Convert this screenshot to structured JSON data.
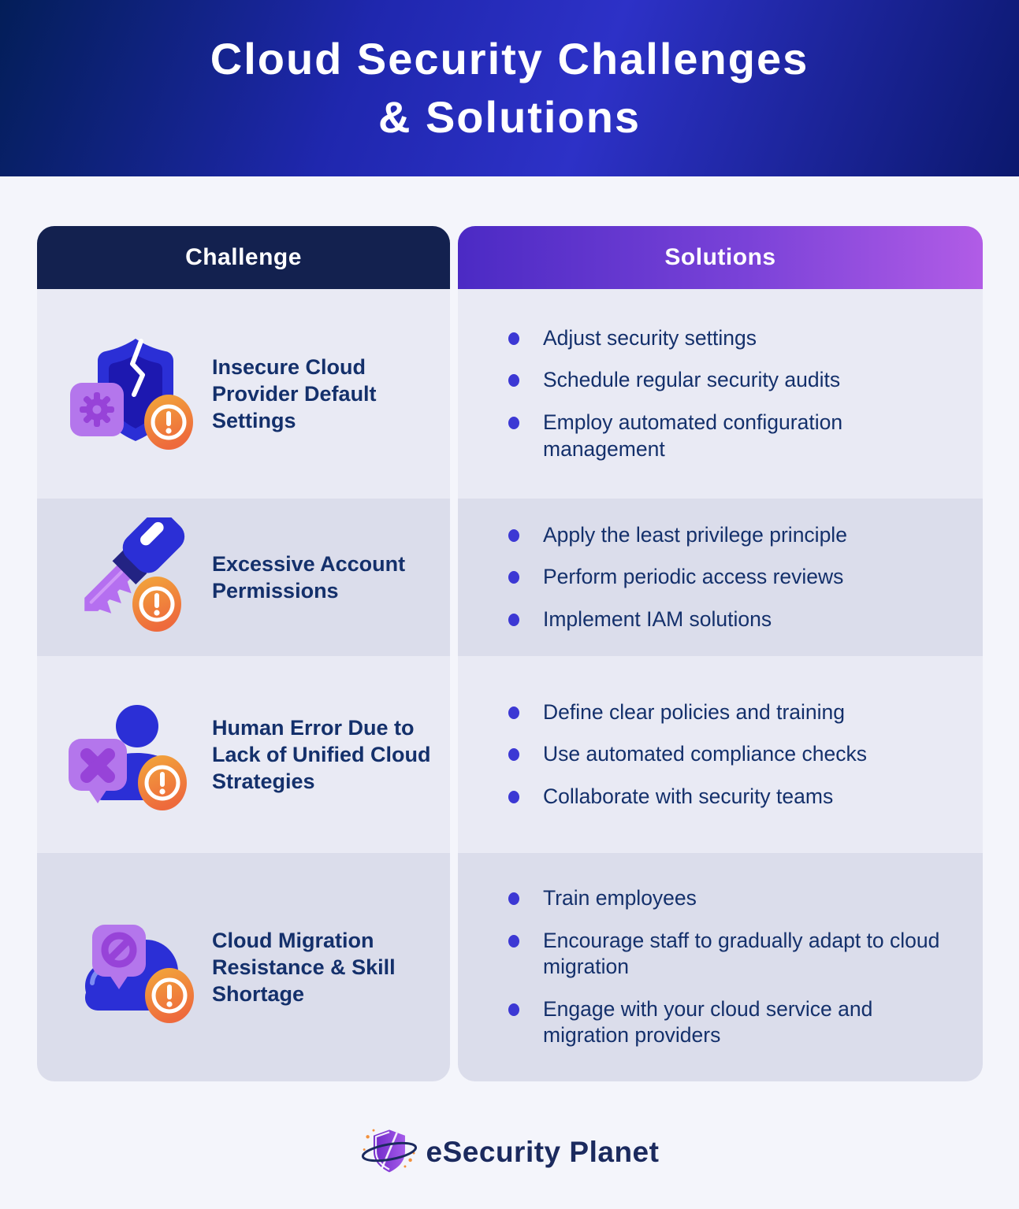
{
  "header": {
    "title_line1": "Cloud Security Challenges",
    "title_line2": "& Solutions"
  },
  "table": {
    "challenge_header": "Challenge",
    "solutions_header": "Solutions",
    "rows": [
      {
        "icon": "shield-gear-warning-icon",
        "challenge": "Insecure Cloud Provider Default Settings",
        "solutions": [
          "Adjust security settings",
          "Schedule regular security audits",
          "Employ automated configuration management"
        ]
      },
      {
        "icon": "key-warning-icon",
        "challenge": "Excessive Account Permissions",
        "solutions": [
          "Apply the least privilege principle",
          "Perform periodic access reviews",
          "Implement IAM solutions"
        ]
      },
      {
        "icon": "person-error-warning-icon",
        "challenge": "Human Error Due to Lack of Unified Cloud Strategies",
        "solutions": [
          "Define clear policies and training",
          "Use automated compliance checks",
          "Collaborate with security teams"
        ]
      },
      {
        "icon": "cloud-blocked-warning-icon",
        "challenge": "Cloud Migration Resistance & Skill Shortage",
        "solutions": [
          "Train employees",
          "Encourage staff to gradually adapt to cloud migration",
          "Engage with your cloud service and migration providers"
        ]
      }
    ]
  },
  "footer": {
    "brand": "eSecurity Planet"
  },
  "colors": {
    "hero_gradient_start": "#031e58",
    "hero_gradient_mid": "#2d31c7",
    "hero_gradient_end": "#0b186e",
    "challenge_header_bg": "#13214f",
    "solutions_header_gradient_start": "#4b2ac4",
    "solutions_header_gradient_end": "#b15ce6",
    "row_light_bg": "#e9eaf4",
    "row_dark_bg": "#dbddeb",
    "text_navy": "#14306b",
    "bullet_indigo": "#3c38d4",
    "icon_blue": "#2b2fd6",
    "icon_purple_badge": "#b476ec",
    "icon_purple_dark": "#9743d8",
    "warning_orange_top": "#f2a93b",
    "warning_orange_bottom": "#ee6a3c",
    "brand_navy": "#1b2a5e",
    "brand_orange": "#f2913d"
  }
}
